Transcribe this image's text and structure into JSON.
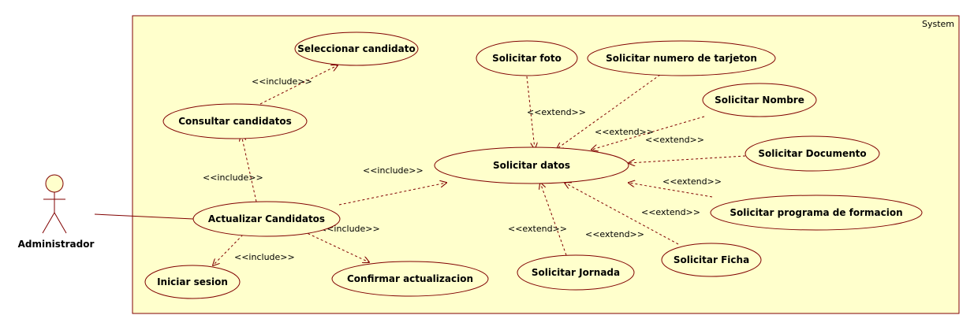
{
  "system": {
    "label": "System",
    "fill": "#ffffcc",
    "stroke": "#800000"
  },
  "actor": {
    "name": "Administrador"
  },
  "use_cases": {
    "seleccionar": "Seleccionar candidato",
    "consultar": "Consultar candidatos",
    "actualizar": "Actualizar Candidatos",
    "iniciar": "Iniciar sesion",
    "confirmar": "Confirmar actualizacion",
    "datos": "Solicitar datos",
    "foto": "Solicitar foto",
    "tarjeton": "Solicitar numero de tarjeton",
    "nombre": "Solicitar Nombre",
    "documento": "Solicitar Documento",
    "programa": "Solicitar programa de formacion",
    "ficha": "Solicitar Ficha",
    "jornada": "Solicitar Jornada"
  },
  "relations": {
    "include_seleccionar": "<<include>>",
    "include_consultar": "<<include>>",
    "include_datos": "<<include>>",
    "include_confirmar": "<<include>>",
    "include_iniciar": "<<include>>",
    "extend_foto": "<<extend>>",
    "extend_tarjeton": "<<extend>>",
    "extend_nombre": "<<extend>>",
    "extend_programa": "<<extend>>",
    "extend_ficha": "<<extend>>",
    "extend_jornada": "<<extend>>"
  },
  "colors": {
    "uc_fill": "#ffffcc",
    "line": "#800000"
  }
}
